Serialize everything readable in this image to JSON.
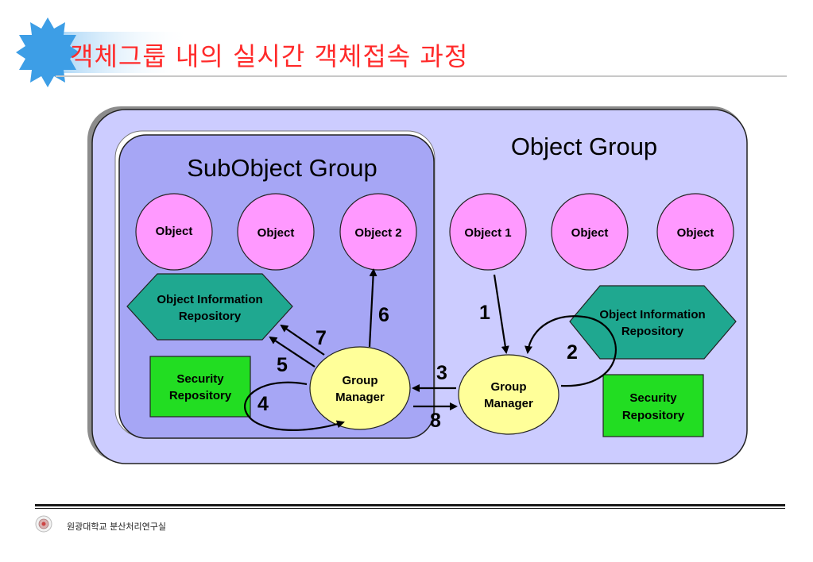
{
  "title": "객체그룹 내의 실시간 객체접속 과정",
  "footer": "원광대학교 분산처리연구실",
  "colors": {
    "title": "#ff2a2a",
    "outer_group": "#ccccff",
    "sub_group": "#a6a6f5",
    "object": "#ff99ff",
    "repository_hex": "#1fa890",
    "security": "#22dd22",
    "manager": "#ffff99"
  },
  "diagram": {
    "object_group_label": "Object Group",
    "subobject_group_label": "SubObject Group",
    "sub_objects": [
      "Object",
      "Object",
      "Object 2"
    ],
    "group_objects": [
      "Object 1",
      "Object",
      "Object"
    ],
    "sub_info_repo": [
      "Object Information",
      "Repository"
    ],
    "sub_security_repo": [
      "Security",
      "Repository"
    ],
    "sub_manager": [
      "Group",
      "Manager"
    ],
    "group_info_repo": [
      "Object Information",
      "Repository"
    ],
    "group_security_repo": [
      "Security",
      "Repository"
    ],
    "group_manager": [
      "Group",
      "Manager"
    ],
    "steps": [
      "1",
      "2",
      "3",
      "4",
      "5",
      "6",
      "7",
      "8"
    ]
  }
}
